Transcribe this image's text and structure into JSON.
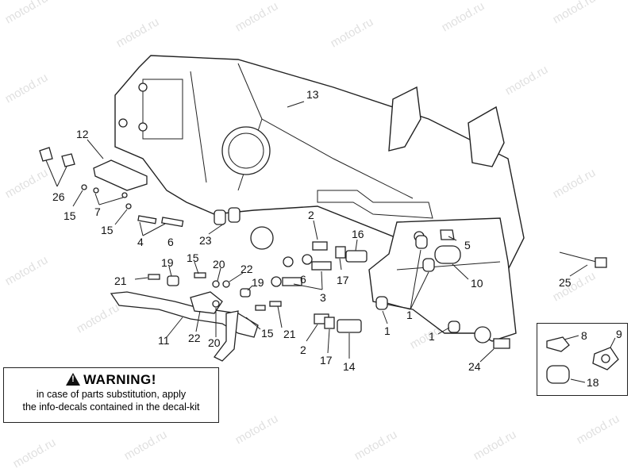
{
  "watermark": "motod.ru",
  "warning": {
    "title": "WARNING!",
    "line1": "in case of parts substitution, apply",
    "line2": "the info-decals contained in the decal-kit"
  },
  "callouts": {
    "c1a": "1",
    "c1b": "1",
    "c1c": "1",
    "c2a": "2",
    "c2b": "2",
    "c3": "3",
    "c4": "4",
    "c5": "5",
    "c6a": "6",
    "c6b": "6",
    "c7": "7",
    "c8": "8",
    "c9": "9",
    "c10": "10",
    "c11": "11",
    "c12": "12",
    "c13": "13",
    "c14": "14",
    "c15a": "15",
    "c15b": "15",
    "c15c": "15",
    "c15d": "15",
    "c16": "16",
    "c17a": "17",
    "c17b": "17",
    "c18": "18",
    "c19a": "19",
    "c19b": "19",
    "c20a": "20",
    "c20b": "20",
    "c21a": "21",
    "c21b": "21",
    "c22a": "22",
    "c22b": "22",
    "c23": "23",
    "c24": "24",
    "c25": "25",
    "c26": "26"
  }
}
